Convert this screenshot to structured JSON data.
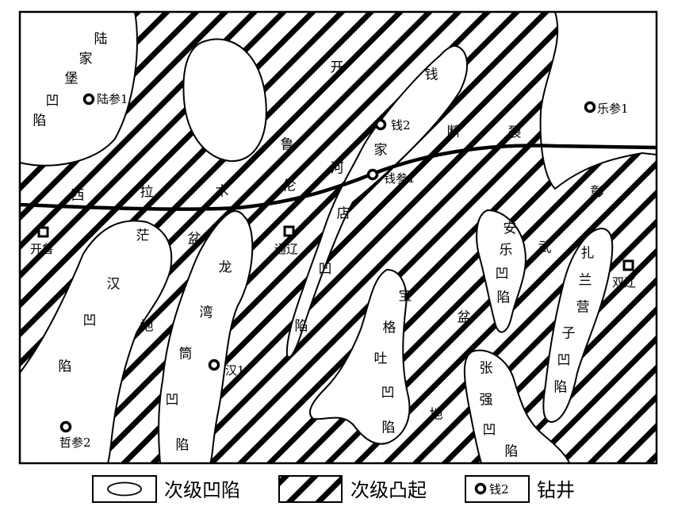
{
  "region_labels": [
    {
      "id": "lu-1",
      "text": "陆"
    },
    {
      "id": "lu-2",
      "text": "家"
    },
    {
      "id": "lu-3",
      "text": "堡"
    },
    {
      "id": "lu-4",
      "text": "凹"
    },
    {
      "id": "lu-5",
      "text": "陷"
    },
    {
      "id": "kl-1",
      "text": "开"
    },
    {
      "id": "kl-2",
      "text": "鲁"
    },
    {
      "id": "qj-1",
      "text": "钱"
    },
    {
      "id": "qj-2",
      "text": "家"
    },
    {
      "id": "qj-3",
      "text": "店"
    },
    {
      "id": "qj-4",
      "text": "凹"
    },
    {
      "id": "qj-5",
      "text": "陷"
    },
    {
      "id": "he",
      "text": "河"
    },
    {
      "id": "xl-1",
      "text": "西"
    },
    {
      "id": "xl-2",
      "text": "拉"
    },
    {
      "id": "xl-3",
      "text": "木"
    },
    {
      "id": "xl-4",
      "text": "伦"
    },
    {
      "id": "dl-1",
      "text": "断"
    },
    {
      "id": "dl-2",
      "text": "裂"
    },
    {
      "id": "zw-1",
      "text": "彰"
    },
    {
      "id": "zw-2",
      "text": "武"
    },
    {
      "id": "md-1",
      "text": "茫"
    },
    {
      "id": "pd-1",
      "text": "盆"
    },
    {
      "id": "pd-2",
      "text": "地"
    },
    {
      "id": "pd-3",
      "text": "盆"
    },
    {
      "id": "pd-4",
      "text": "地"
    },
    {
      "id": "han-1",
      "text": "汉"
    },
    {
      "id": "han-2",
      "text": "凹"
    },
    {
      "id": "han-3",
      "text": "陷"
    },
    {
      "id": "lw-1",
      "text": "龙"
    },
    {
      "id": "lw-2",
      "text": "湾"
    },
    {
      "id": "lw-3",
      "text": "筒"
    },
    {
      "id": "lw-4",
      "text": "凹"
    },
    {
      "id": "lw-5",
      "text": "陷"
    },
    {
      "id": "bg-1",
      "text": "宝"
    },
    {
      "id": "bg-2",
      "text": "格"
    },
    {
      "id": "bg-3",
      "text": "吐"
    },
    {
      "id": "bg-4",
      "text": "凹"
    },
    {
      "id": "bg-5",
      "text": "陷"
    },
    {
      "id": "al-1",
      "text": "安"
    },
    {
      "id": "al-2",
      "text": "乐"
    },
    {
      "id": "al-3",
      "text": "凹"
    },
    {
      "id": "al-4",
      "text": "陷"
    },
    {
      "id": "zl-1",
      "text": "扎"
    },
    {
      "id": "zl-2",
      "text": "兰"
    },
    {
      "id": "zl-3",
      "text": "营"
    },
    {
      "id": "zl-4",
      "text": "子"
    },
    {
      "id": "zl-5",
      "text": "凹"
    },
    {
      "id": "zl-6",
      "text": "陷"
    },
    {
      "id": "zq-1",
      "text": "张"
    },
    {
      "id": "zq-2",
      "text": "强"
    },
    {
      "id": "zq-3",
      "text": "凹"
    },
    {
      "id": "zq-4",
      "text": "陷"
    }
  ],
  "wells": [
    {
      "id": "lucan1",
      "name": "陆参1",
      "kind": "drill"
    },
    {
      "id": "qian2",
      "name": "钱2",
      "kind": "drill"
    },
    {
      "id": "qiancan1",
      "name": "钱参1",
      "kind": "drill"
    },
    {
      "id": "lecan1",
      "name": "乐参1",
      "kind": "drill"
    },
    {
      "id": "han1",
      "name": "汉1",
      "kind": "drill"
    },
    {
      "id": "zhecan2",
      "name": "哲参2",
      "kind": "drill"
    },
    {
      "id": "kailu",
      "name": "开鲁",
      "kind": "town"
    },
    {
      "id": "tongliao",
      "name": "通辽",
      "kind": "town"
    },
    {
      "id": "shuangliao",
      "name": "双辽",
      "kind": "town"
    }
  ],
  "legend": {
    "depression_label": "次级凹陷",
    "uplift_label": "次级凸起",
    "well_label": "钻井",
    "well_sample": "钱2"
  },
  "colors": {
    "ink": "#000000",
    "paper": "#ffffff"
  }
}
